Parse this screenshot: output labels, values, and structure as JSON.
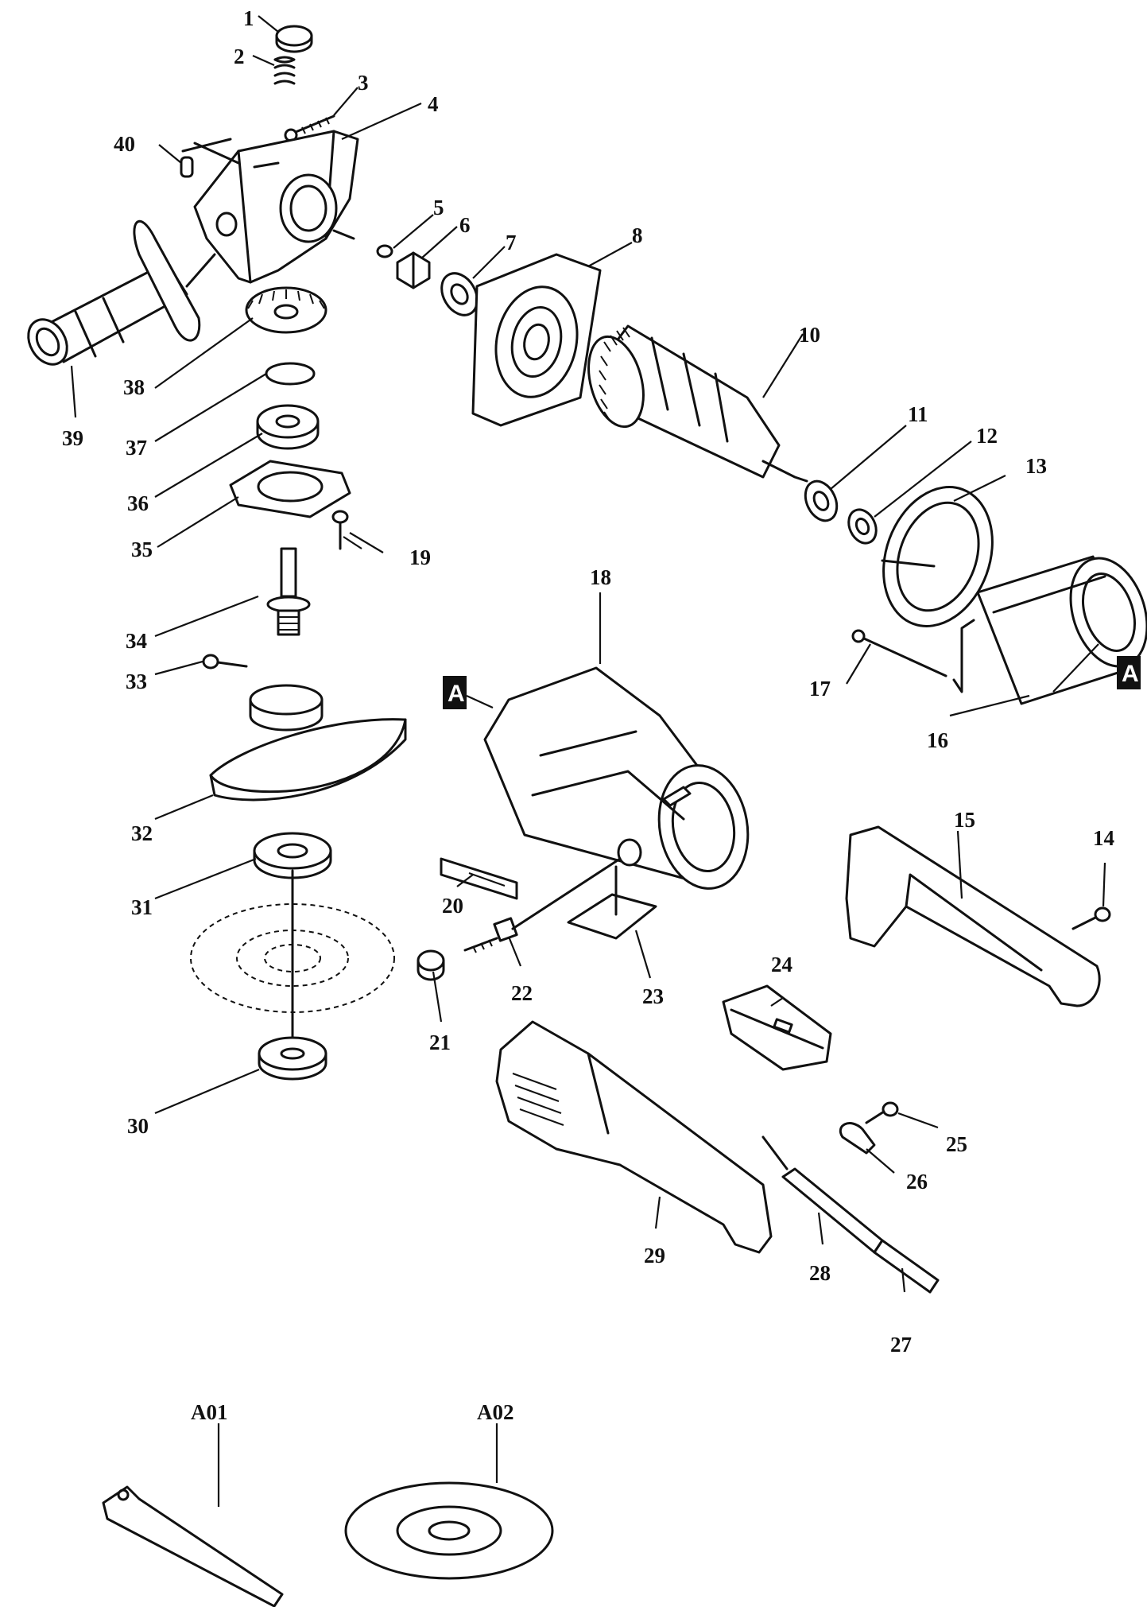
{
  "callouts": [
    "1",
    "2",
    "3",
    "4",
    "5",
    "6",
    "7",
    "8",
    "10",
    "11",
    "12",
    "13",
    "14",
    "15",
    "16",
    "17",
    "18",
    "19",
    "20",
    "21",
    "22",
    "23",
    "24",
    "25",
    "26",
    "27",
    "28",
    "29",
    "30",
    "31",
    "32",
    "33",
    "34",
    "35",
    "36",
    "37",
    "38",
    "39",
    "40",
    "A01",
    "A02"
  ],
  "section_markers": [
    "A",
    "A"
  ],
  "colors": {
    "ink": "#111111",
    "paper": "#ffffff"
  }
}
